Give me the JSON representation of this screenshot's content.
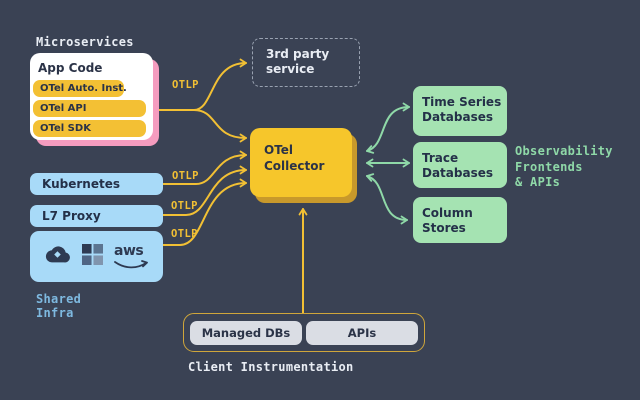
{
  "title": "Microservices",
  "microservices": {
    "app_code": "App Code",
    "pills": [
      "OTel Auto. Inst.",
      "OTel API",
      "OTel SDK"
    ]
  },
  "otlp_labels": [
    "OTLP",
    "OTLP",
    "OTLP",
    "OTLP"
  ],
  "third_party": {
    "label": "3rd party service"
  },
  "collector": {
    "label": "OTel Collector"
  },
  "infra": {
    "kubernetes": "Kubernetes",
    "l7_proxy": "L7 Proxy",
    "cloud_icons": [
      "gcp-cloud-icon",
      "microsoft-icon",
      "aws-icon"
    ],
    "aws_text": "aws",
    "shared_infra_lines": [
      "Shared",
      "Infra"
    ]
  },
  "databases": [
    "Time Series Databases",
    "Trace Databases",
    "Column Stores"
  ],
  "observability_lines": [
    "Observability",
    "Frontends",
    "& APIs"
  ],
  "client": {
    "pills": [
      "Managed DBs",
      "APIs"
    ],
    "label": "Client Instrumentation"
  },
  "colors": {
    "background": "#3A4254",
    "accent_yellow": "#F2C034",
    "collector_yellow": "#F6C62B",
    "collector_shadow": "#C8992B",
    "pink_shadow": "#F59CBF",
    "light_blue": "#A8DAF8",
    "blue_text": "#7EB9E0",
    "green_box": "#A5E3B2",
    "green_text": "#8FD9A8",
    "dark_text": "#2B3347",
    "white_text": "#E9EDF4"
  }
}
